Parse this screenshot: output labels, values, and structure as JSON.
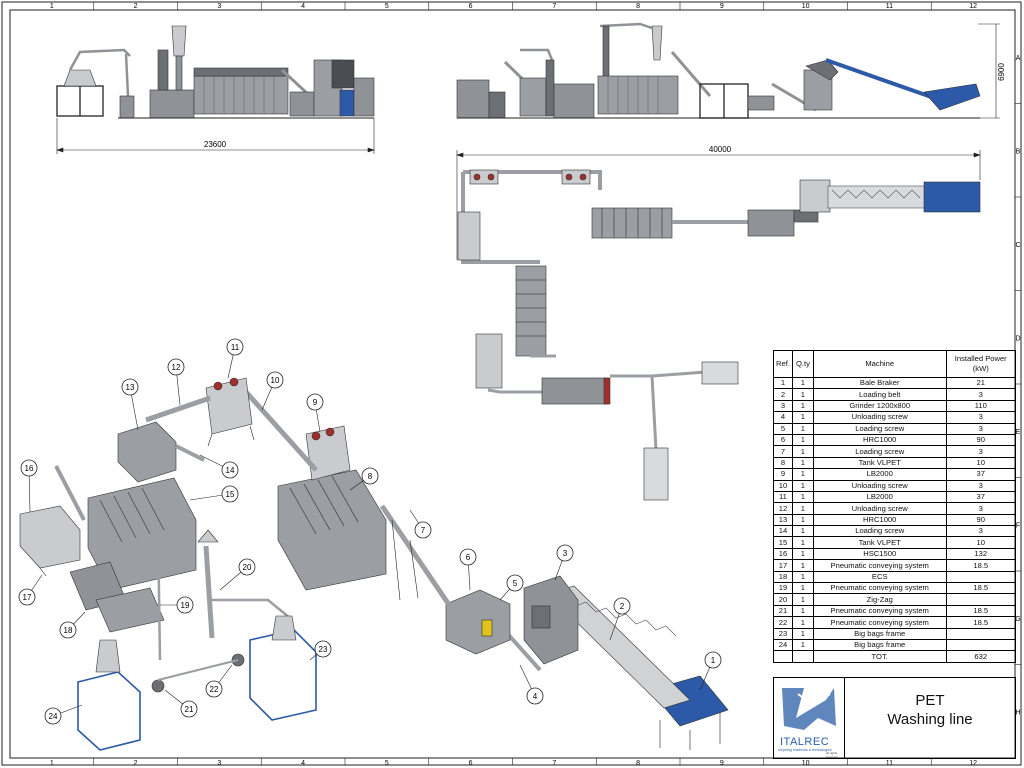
{
  "grid": {
    "columns": [
      "1",
      "2",
      "3",
      "4",
      "5",
      "6",
      "7",
      "8",
      "9",
      "10",
      "11",
      "12"
    ],
    "rows": [
      "A",
      "B",
      "C",
      "D",
      "E",
      "F",
      "G",
      "H"
    ]
  },
  "dimensions": {
    "side_width": "23600",
    "plan_width": "40000",
    "height": "6900"
  },
  "callouts": [
    "1",
    "2",
    "3",
    "4",
    "5",
    "6",
    "7",
    "8",
    "9",
    "10",
    "11",
    "12",
    "13",
    "14",
    "15",
    "16",
    "17",
    "18",
    "19",
    "20",
    "21",
    "22",
    "23",
    "24"
  ],
  "bom": {
    "headers": {
      "ref": "Ref.",
      "qty": "Q.ty",
      "machine": "Machine",
      "power": "Installed Power (kW)"
    },
    "rows": [
      {
        "ref": "1",
        "qty": "1",
        "machine": "Bale Braker",
        "power": "21"
      },
      {
        "ref": "2",
        "qty": "1",
        "machine": "Loading belt",
        "power": "3"
      },
      {
        "ref": "3",
        "qty": "1",
        "machine": "Grinder 1200x800",
        "power": "110"
      },
      {
        "ref": "4",
        "qty": "1",
        "machine": "Unloading screw",
        "power": "3"
      },
      {
        "ref": "5",
        "qty": "1",
        "machine": "Loading screw",
        "power": "3"
      },
      {
        "ref": "6",
        "qty": "1",
        "machine": "HRC1000",
        "power": "90"
      },
      {
        "ref": "7",
        "qty": "1",
        "machine": "Loading screw",
        "power": "3"
      },
      {
        "ref": "8",
        "qty": "1",
        "machine": "Tank VLPET",
        "power": "10"
      },
      {
        "ref": "9",
        "qty": "1",
        "machine": "LB2000",
        "power": "37"
      },
      {
        "ref": "10",
        "qty": "1",
        "machine": "Unloading screw",
        "power": "3"
      },
      {
        "ref": "11",
        "qty": "1",
        "machine": "LB2000",
        "power": "37"
      },
      {
        "ref": "12",
        "qty": "1",
        "machine": "Unloading screw",
        "power": "3"
      },
      {
        "ref": "13",
        "qty": "1",
        "machine": "HRC1000",
        "power": "90"
      },
      {
        "ref": "14",
        "qty": "1",
        "machine": "Loading screw",
        "power": "3"
      },
      {
        "ref": "15",
        "qty": "1",
        "machine": "Tank VLPET",
        "power": "10"
      },
      {
        "ref": "16",
        "qty": "1",
        "machine": "HSC1500",
        "power": "132"
      },
      {
        "ref": "17",
        "qty": "1",
        "machine": "Pneumatic conveying system",
        "power": "18.5"
      },
      {
        "ref": "18",
        "qty": "1",
        "machine": "ECS",
        "power": ""
      },
      {
        "ref": "19",
        "qty": "1",
        "machine": "Pneumatic conveying system",
        "power": "18.5"
      },
      {
        "ref": "20",
        "qty": "1",
        "machine": "Zig-Zag",
        "power": ""
      },
      {
        "ref": "21",
        "qty": "1",
        "machine": "Pneumatic conveying system",
        "power": "18.5"
      },
      {
        "ref": "22",
        "qty": "1",
        "machine": "Pneumatic conveying system",
        "power": "18.5"
      },
      {
        "ref": "23",
        "qty": "1",
        "machine": "Big bags frame",
        "power": ""
      },
      {
        "ref": "24",
        "qty": "1",
        "machine": "Big bags frame",
        "power": ""
      }
    ],
    "total_label": "TOT.",
    "total_value": "632"
  },
  "title": {
    "line1": "PET",
    "line2": "Washing line"
  },
  "logo": {
    "name": "ITALREC",
    "tagline": "recycling machines & technologies",
    "copyright": "all rights reserved"
  },
  "colors": {
    "line": "#222222",
    "machine": "#8f9296",
    "machine_dark": "#4a4d52",
    "accent_red": "#a0302c",
    "accent_blue": "#2c5aa8",
    "accent_yellow": "#e3c21c",
    "logo_blue": "#2a5fa8"
  }
}
